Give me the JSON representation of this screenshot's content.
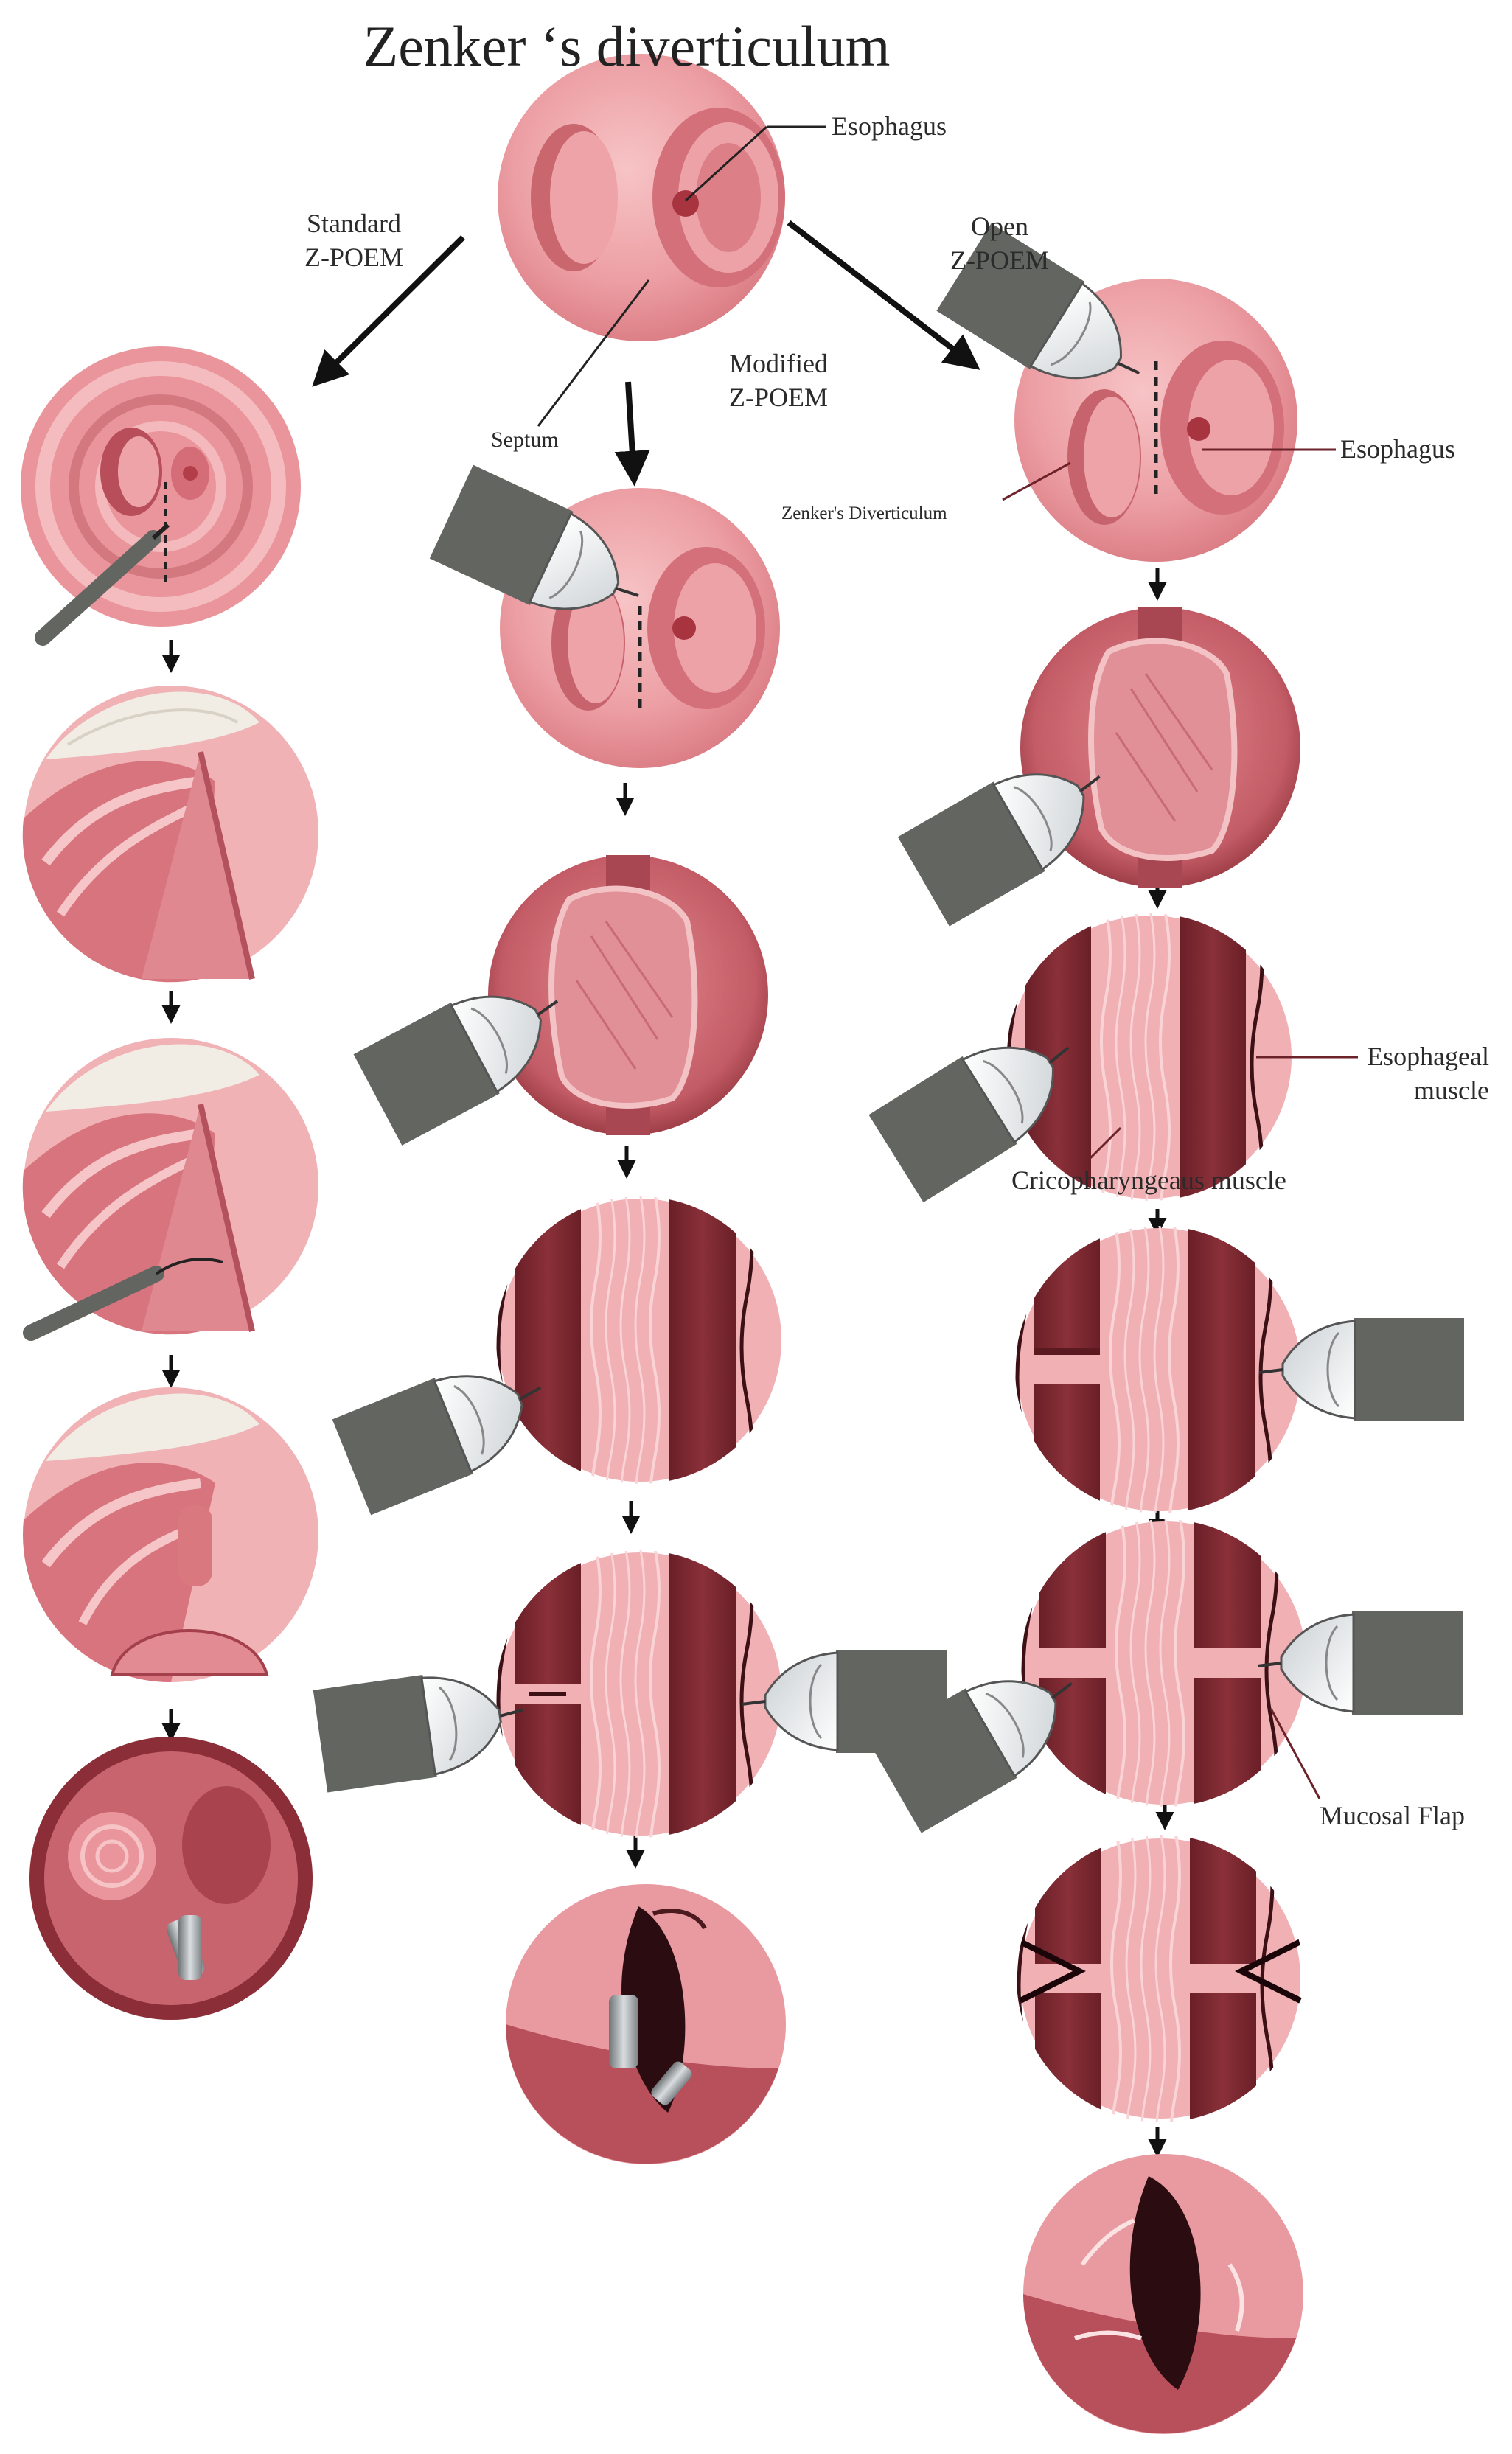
{
  "title": "Zenker ‘s diverticulum",
  "labels": {
    "standard": [
      "Standard",
      "Z-POEM"
    ],
    "modified": [
      "Modified",
      "Z-POEM"
    ],
    "open": [
      "Open",
      "Z-POEM"
    ],
    "esophagus_top": "Esophagus",
    "septum": "Septum",
    "esophagus_right": "Esophagus",
    "zenker": "Zenker's Diverticulum",
    "esophageal_muscle": [
      "Esophageal",
      "muscle"
    ],
    "cricopharyngeus": "Cricopharyngeaus muscle",
    "mucosal_flap": "Mucosal Flap"
  },
  "colors": {
    "mucosa_light": "#f3b3b6",
    "mucosa": "#e48a90",
    "mucosa_dark": "#c8656d",
    "muscle": "#7e2a31",
    "muscle_dark": "#5f1b22",
    "instrument": "#636561",
    "clip": "#9ea3a6"
  },
  "columns": [
    {
      "name": "standard-z-poem",
      "steps": [
        "incision-view",
        "septum-view",
        "septum-cut-view",
        "septum-tunnel-view",
        "clip-closure-view"
      ]
    },
    {
      "name": "modified-z-poem",
      "steps": [
        "mucosal-incision-view",
        "submucosal-window-view",
        "muscle-exposure-view",
        "myotomy-view",
        "clip-closure-view"
      ]
    },
    {
      "name": "open-z-poem",
      "steps": [
        "entry-view",
        "window-view",
        "muscle-exposure-view",
        "partial-myotomy-view",
        "full-myotomy-view",
        "mucosal-flap-view",
        "closure-view"
      ]
    }
  ]
}
